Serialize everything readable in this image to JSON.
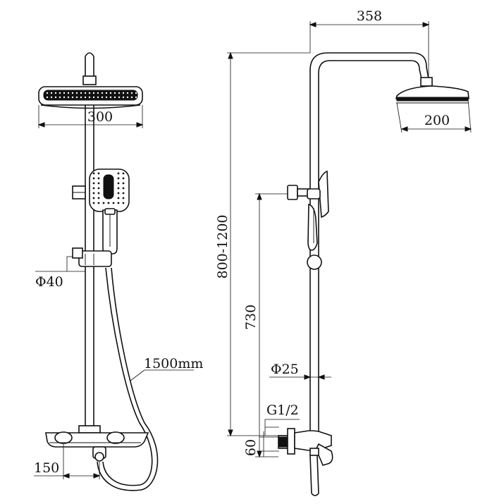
{
  "front_view": {
    "head_width": "300",
    "pipe_diameter": "Φ40",
    "hose_length": "1500mm",
    "outlet_spacing": "150"
  },
  "side_view": {
    "arm_reach": "358",
    "head_diameter": "200",
    "height_range": "800-1200",
    "handset_height": "730",
    "rod_diameter": "Φ25",
    "thread_size": "G1/2",
    "inlet_offset": "60"
  }
}
